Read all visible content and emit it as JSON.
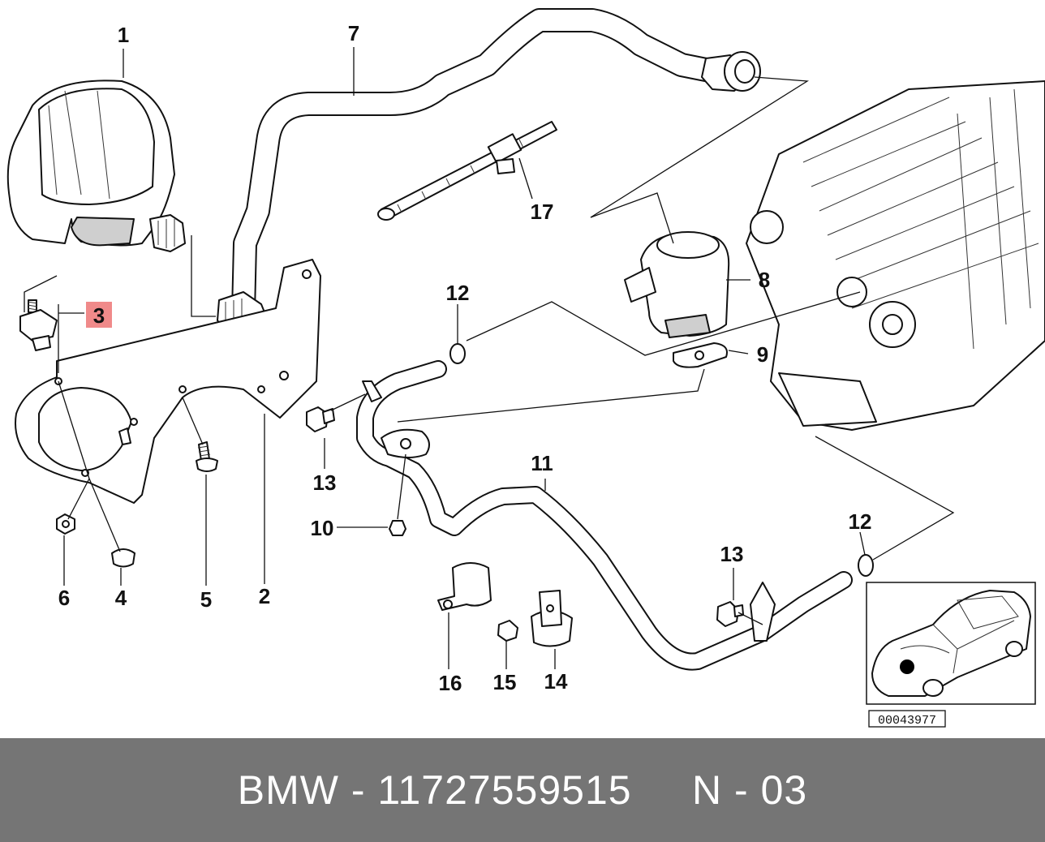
{
  "diagram": {
    "callouts": {
      "c1": "1",
      "c2": "2",
      "c3": "3",
      "c4": "4",
      "c5": "5",
      "c6": "6",
      "c7": "7",
      "c8": "8",
      "c9": "9",
      "c10": "10",
      "c11": "11",
      "c12a": "12",
      "c12b": "12",
      "c13a": "13",
      "c13b": "13",
      "c14": "14",
      "c15": "15",
      "c16": "16",
      "c17": "17"
    },
    "highlighted_part": "3",
    "highlight_color": "#f08a8a",
    "reference_code": "00043977"
  },
  "footer": {
    "text": "BMW - 11727559515     N - 03",
    "background": "#757575"
  }
}
